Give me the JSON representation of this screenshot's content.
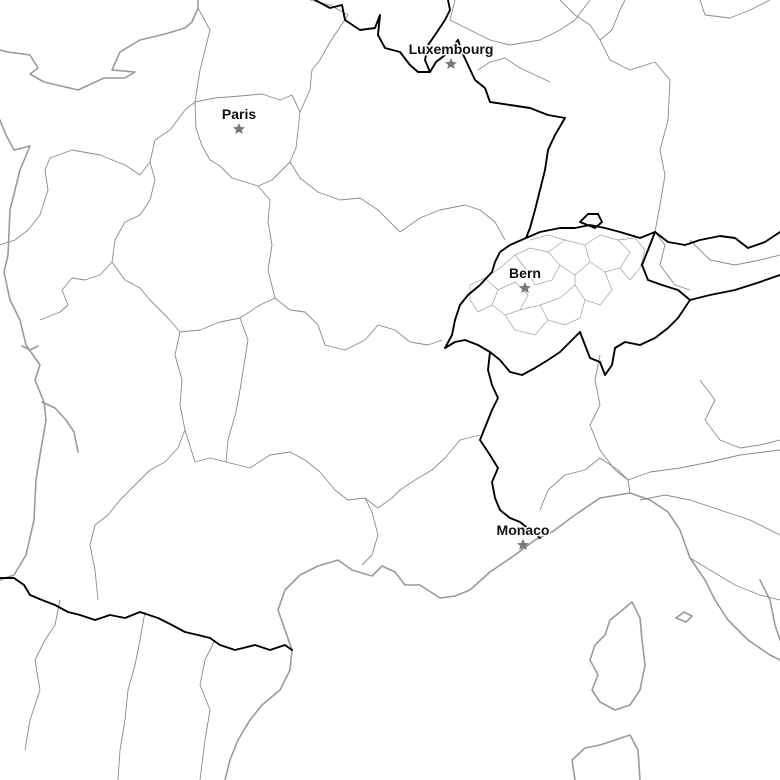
{
  "map": {
    "capitals": [
      {
        "name": "Paris"
      },
      {
        "name": "Luxembourg"
      },
      {
        "name": "Bern"
      },
      {
        "name": "Monaco"
      }
    ]
  }
}
